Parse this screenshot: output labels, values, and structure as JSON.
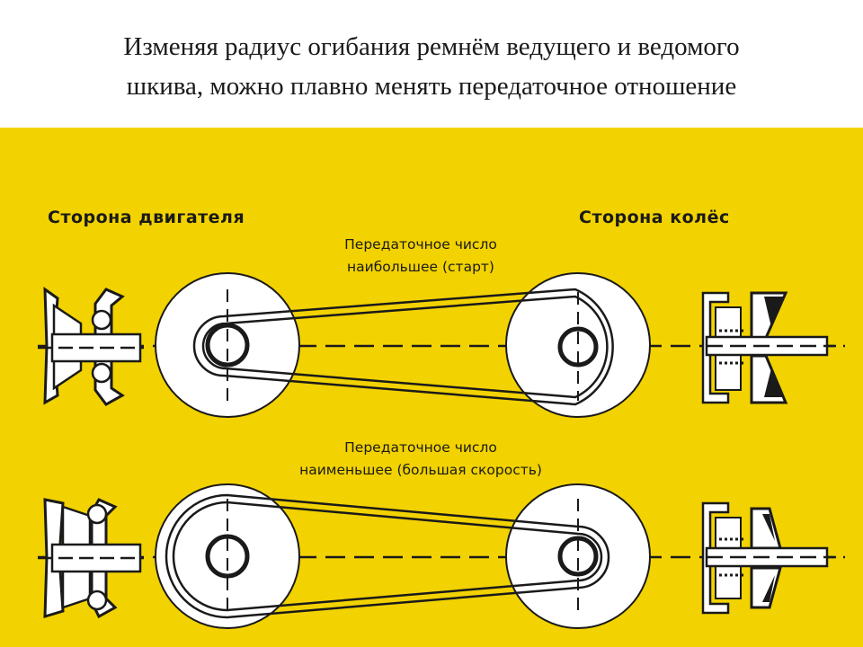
{
  "title": {
    "line1": "Изменяя радиус огибания ремнём ведущего и ведомого",
    "line2": "шкива, можно плавно менять передаточное отношение"
  },
  "diagram": {
    "engine_side": "Сторона двигателя",
    "wheel_side": "Сторона колёс",
    "top_ratio": {
      "line1": "Передаточное число",
      "line2": "наибольшее (старт)"
    },
    "bottom_ratio": {
      "line1": "Передаточное число",
      "line2": "наименьшее (большая скорость)"
    },
    "colors": {
      "background": "#f2d200",
      "pulley": "#ffffff",
      "ink": "#1a1a1a"
    }
  }
}
